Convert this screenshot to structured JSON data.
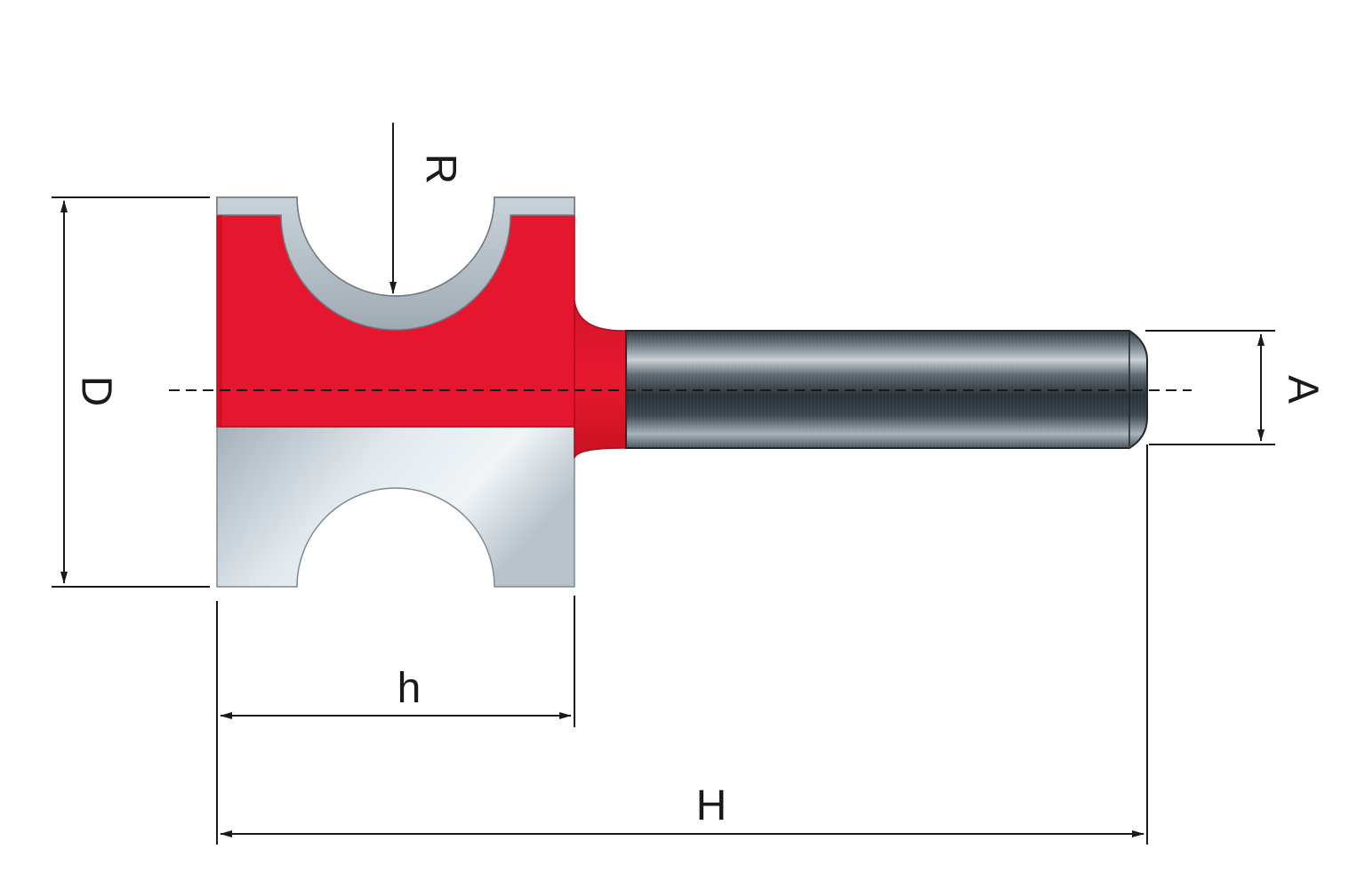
{
  "labels": {
    "R": "R",
    "D": "D",
    "A": "A",
    "h": "h",
    "H": "H"
  },
  "colors": {
    "body_red": "#e6162f",
    "body_red_dark": "#b8101f",
    "steel_light": "#dfe6eb",
    "steel_mid": "#a9b4bc",
    "shank_dark": "#3f4850",
    "shank_light": "#9aa3aa",
    "line": "#1a1a1a"
  },
  "icons": {
    "part": "half-round-router-bit-icon"
  }
}
